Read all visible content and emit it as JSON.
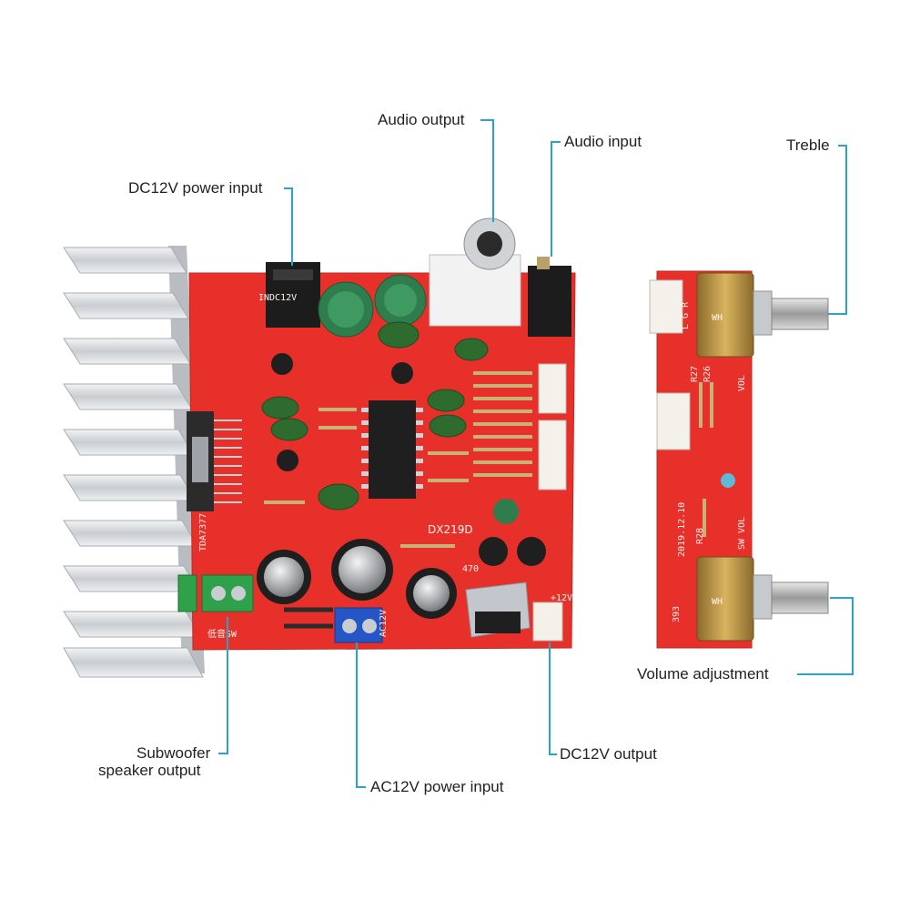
{
  "callouts": {
    "audio_output": "Audio output",
    "audio_input": "Audio input",
    "treble": "Treble",
    "dc12v_power_input": "DC12V power input",
    "subwoofer_line1": "Subwoofer",
    "subwoofer_line2": "speaker output",
    "ac12v_power_input": "AC12V power input",
    "dc12v_output": "DC12V output",
    "volume_adjustment": "Volume adjustment"
  },
  "board_silk": {
    "main_model": "DX219D",
    "amp_chip": "TDA7377",
    "power_jack": "INDC12V",
    "ac_input": "AC12V",
    "sw_label": "低音SW",
    "dc_out": "+12V",
    "cap_value": "470",
    "date": "2019.12.10",
    "vol": "VOL",
    "sw_vol": "SW VOL",
    "r27": "R27",
    "r26": "R26",
    "r28": "R28",
    "c393": "393",
    "lgr": "L G R",
    "pot": "WH"
  },
  "colors": {
    "leader": "#2aa3c7",
    "pcb": "#e8302a",
    "heatsink": "#d7dadd"
  }
}
